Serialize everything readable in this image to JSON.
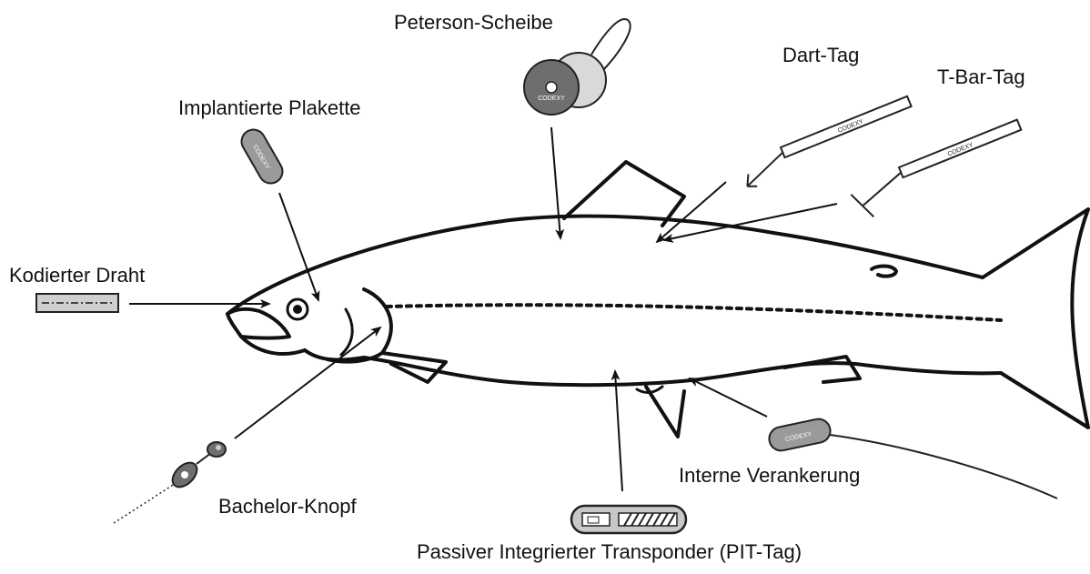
{
  "diagram": {
    "labels": {
      "peterson": "Peterson-Scheibe",
      "dart": "Dart-Tag",
      "tbar": "T-Bar-Tag",
      "plakette": "Implantierte Plakette",
      "draht": "Kodierter Draht",
      "bachelor": "Bachelor-Knopf",
      "intern": "Interne Verankerung",
      "pit": "Passiver Integrierter Transponder (PIT-Tag)"
    },
    "tag_text": "CODEXY",
    "colors": {
      "ink": "#111111",
      "dark_tag": "#6e6e6e",
      "mid_tag": "#9a9a9a",
      "light_tag": "#d9d9d9",
      "pit_fill": "#c8c8c8"
    }
  }
}
